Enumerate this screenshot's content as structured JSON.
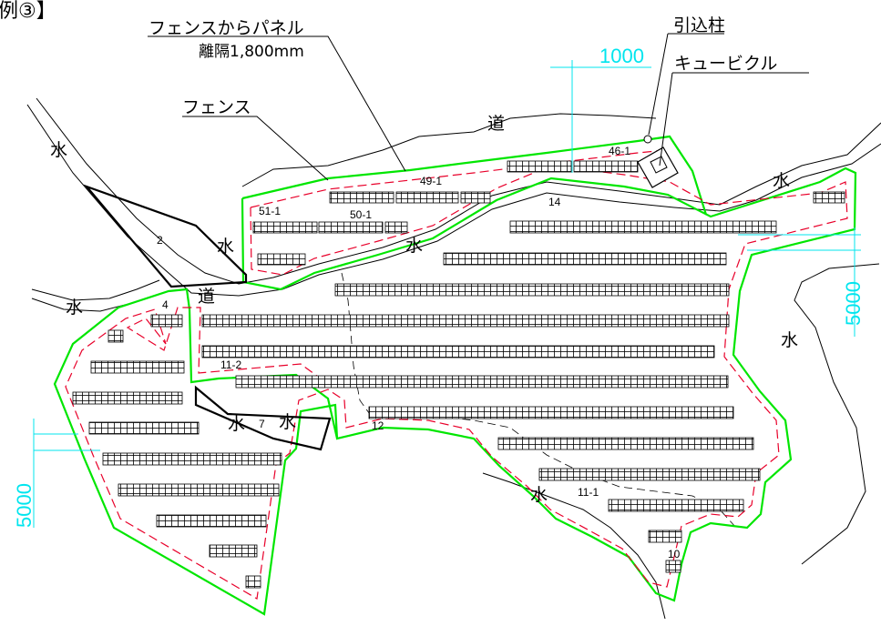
{
  "header": {
    "fragment": "例③】"
  },
  "labels": {
    "fence_to_panel": "フェンスからパネル",
    "clearance": "離隔1,800mm",
    "fence": "フェンス",
    "lead_in_pole": "引込柱",
    "cubicle": "キュービクル",
    "road": "道",
    "water": "水"
  },
  "dimensions": {
    "top": "1000",
    "right": "5000",
    "left": "5000"
  },
  "areas": [
    "2",
    "4",
    "7",
    "10",
    "11-1",
    "11-2",
    "12",
    "14",
    "46-1",
    "49-1",
    "50-1",
    "51-1"
  ],
  "colors": {
    "fence": "#00e600",
    "offset": "#e8002a",
    "dimension": "#00e5ee",
    "line": "#000000"
  }
}
